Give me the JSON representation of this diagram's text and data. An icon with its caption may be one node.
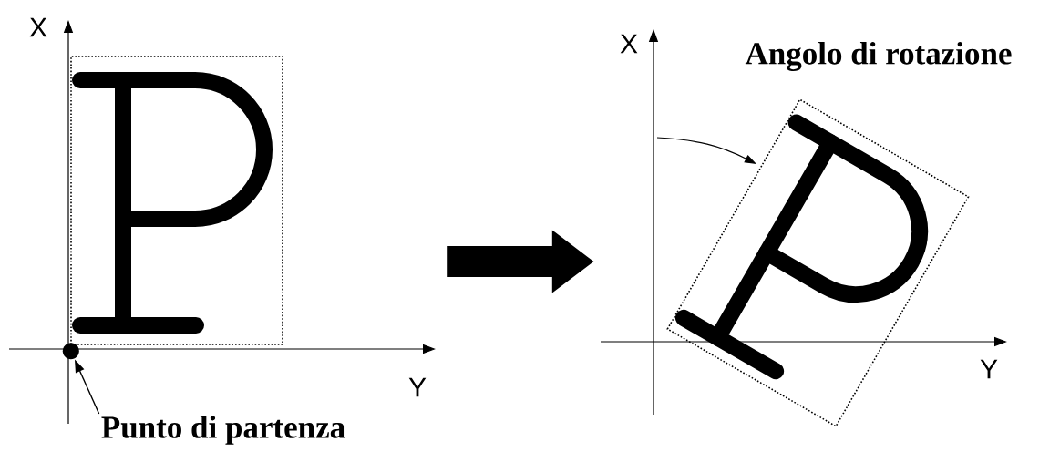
{
  "diagram": {
    "nodes": [
      {
        "text": [],
        "shape": "picture"
      },
      {
        "text": [],
        "shape": "picture"
      },
      {
        "text": [
          "Punto di partenza"
        ]
      },
      {
        "text": [],
        "shape": "circle",
        "in": 0
      }
    ],
    "edges": [
      {
        "from": 0,
        "to": 1,
        "arrow": "to",
        "style": "thick"
      },
      {
        "from": 2,
        "to": 3,
        "arrow": "to"
      }
    ],
    "labels": [
      "X",
      "X",
      "Angolo di rotazione",
      "Y",
      "Y"
    ]
  }
}
